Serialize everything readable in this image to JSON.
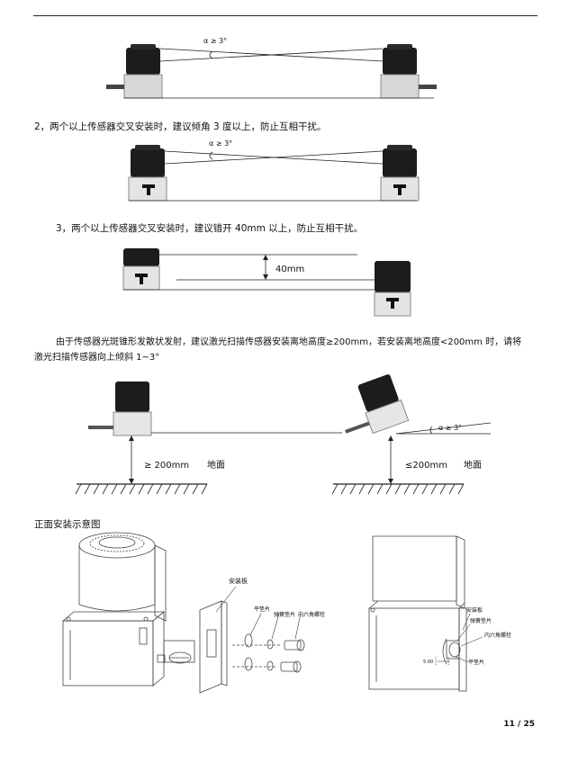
{
  "fig1": {
    "angle_label": "α ≥ 3°"
  },
  "item2": {
    "text": "2，两个以上传感器交叉安装时，建议倾角 3 度以上，防止互相干扰。"
  },
  "fig2": {
    "angle_label": "α ≥ 3°"
  },
  "item3": {
    "text": "3，两个以上传感器交叉安装时，建议错开 40mm 以上，防止互相干扰。"
  },
  "fig3": {
    "offset_label": "40mm"
  },
  "para": {
    "line1": "由于传感器光斑锥形发散状发射，建议激光扫描传感器安装离地高度≥200mm，若安装离地高度<200mm 时，请将",
    "line2": "激光扫描传感器向上倾斜 1~3°"
  },
  "fig4": {
    "left_height": "≥ 200mm",
    "left_ground": "地面",
    "right_height": "≤200mm",
    "right_ground": "地面",
    "angle_label": "α ≥ 3°"
  },
  "section_title": "正面安装示意图",
  "fig5": {
    "plate": "安装板",
    "flat_washer": "平垫片",
    "spring_washer": "弹簧垫片",
    "hex_bolt": "内六角螺栓"
  },
  "fig6": {
    "plate": "安装板",
    "spring_washer": "弹簧垫片",
    "hex_bolt": "内六角螺栓",
    "dimension": "5.00",
    "flat_washer": "平垫片"
  },
  "footer": {
    "page": "11 / 25"
  }
}
